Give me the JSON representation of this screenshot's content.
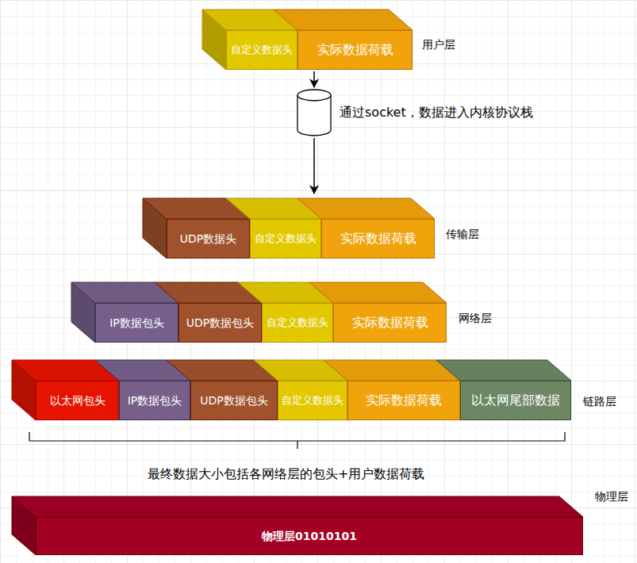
{
  "diagram": {
    "nodes": [
      {
        "text": [
          "自定义数据头"
        ]
      },
      {
        "text": [
          "实际数据荷载"
        ]
      },
      {
        "text": [
          "通过socket，数据进入内核协议栈"
        ]
      },
      {
        "text": [
          "UDP数据头"
        ]
      },
      {
        "text": [
          "自定义数据头"
        ]
      },
      {
        "text": [
          "实际数据荷载"
        ]
      },
      {
        "text": [
          "IP数据包头"
        ]
      },
      {
        "text": [
          "UDP数据包头"
        ]
      },
      {
        "text": [
          "自定义数据头"
        ]
      },
      {
        "text": [
          "实际数据荷载"
        ]
      },
      {
        "text": [
          "以太网包头"
        ]
      },
      {
        "text": [
          "IP数据包头"
        ]
      },
      {
        "text": [
          "UDP数据包头"
        ]
      },
      {
        "text": [
          "自定义数据头"
        ]
      },
      {
        "text": [
          "实际数据荷载"
        ]
      },
      {
        "text": [
          "以太网尾部数据"
        ]
      },
      {
        "text": [
          "物理层01010101"
        ]
      }
    ],
    "edges": [
      {
        "from": 1,
        "to": 2,
        "arrow": "to"
      },
      {
        "from": 2,
        "to": 4,
        "arrow": "to"
      }
    ],
    "labels": [
      "用户层",
      "传输层",
      "网络层",
      "链路层",
      "最终数据大小包括各网络层的包头+用户数据荷载",
      "物理层"
    ]
  }
}
